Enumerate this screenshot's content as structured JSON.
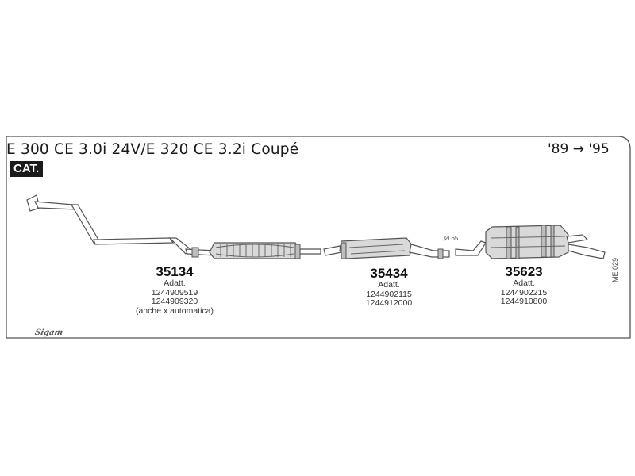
{
  "header": {
    "title": "E 300 CE 3.0i 24V/E 320 CE 3.2i Coupé",
    "years": "'89 → '95",
    "badge": "CAT."
  },
  "parts": [
    {
      "code": "35134",
      "lines": [
        "Adatt.",
        "1244909519",
        "1244909320",
        "(anche x automatica)"
      ]
    },
    {
      "code": "35434",
      "lines": [
        "Adatt.",
        "1244902115",
        "1244912000"
      ]
    },
    {
      "code": "35623",
      "lines": [
        "Adatt.",
        "1244902215",
        "1244910800"
      ]
    }
  ],
  "diameter_label": "Ø 65",
  "reference": "ME 029",
  "logo_text": "Sigam",
  "icons": [
    "front-pipe-icon",
    "catalytic-converter-icon",
    "middle-silencer-icon",
    "rear-silencer-icon"
  ]
}
